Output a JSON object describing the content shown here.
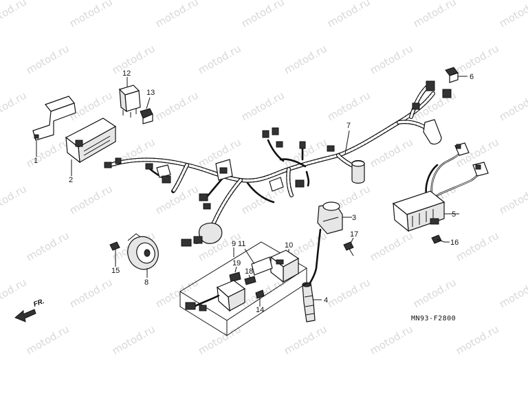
{
  "watermark": {
    "text": "motod.ru"
  },
  "callouts": {
    "c1": "1",
    "c2": "2",
    "c3": "3",
    "c4": "4",
    "c5": "5",
    "c6": "6",
    "c7": "7",
    "c8": "8",
    "c9": "9",
    "c10": "10",
    "c11": "11",
    "c12": "12",
    "c13": "13",
    "c14": "14",
    "c15": "15",
    "c16": "16",
    "c17": "17",
    "c18": "18",
    "c19": "19"
  },
  "direction_label": "FR.",
  "diagram_code": "MN93-F2800"
}
